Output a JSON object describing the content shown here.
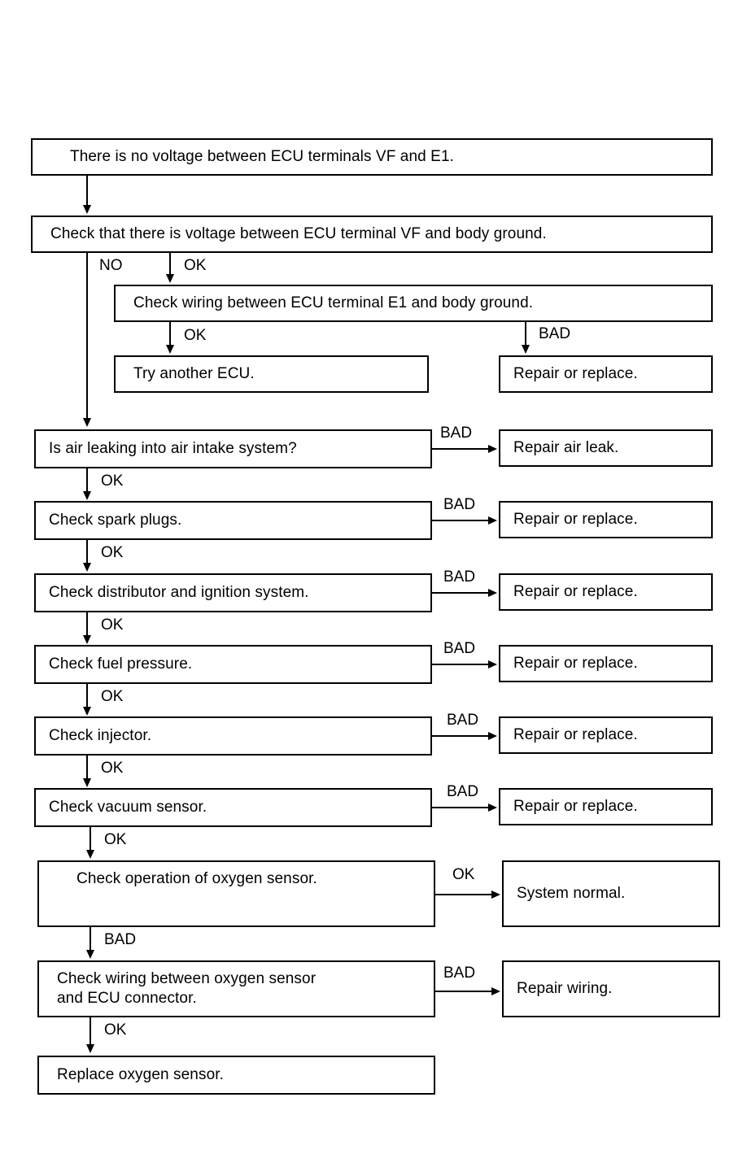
{
  "diagram": {
    "title": "ECU VF / E1 voltage troubleshooting flowchart",
    "type": "flowchart",
    "ink_color": "#000000",
    "background_color": "#ffffff",
    "nodes": [
      {
        "id": "n1",
        "text": "There is no voltage between ECU terminals VF and E1."
      },
      {
        "id": "n2",
        "text": "Check that there is voltage between ECU terminal VF and body ground."
      },
      {
        "id": "n3",
        "text": "Check wiring between ECU terminal E1 and body ground."
      },
      {
        "id": "n4",
        "text": "Try another ECU."
      },
      {
        "id": "n5",
        "text": "Repair or replace."
      },
      {
        "id": "n6",
        "text": "Is air leaking into air intake system?"
      },
      {
        "id": "n7",
        "text": "Repair air leak."
      },
      {
        "id": "n8",
        "text": "Check spark plugs."
      },
      {
        "id": "n9",
        "text": "Repair or replace."
      },
      {
        "id": "n10",
        "text": "Check distributor and ignition system."
      },
      {
        "id": "n11",
        "text": "Repair or replace."
      },
      {
        "id": "n12",
        "text": "Check fuel pressure."
      },
      {
        "id": "n13",
        "text": "Repair or replace."
      },
      {
        "id": "n14",
        "text": "Check injector."
      },
      {
        "id": "n15",
        "text": "Repair or replace."
      },
      {
        "id": "n16",
        "text": "Check vacuum sensor."
      },
      {
        "id": "n17",
        "text": "Repair or replace."
      },
      {
        "id": "n18",
        "text": "Check operation of oxygen sensor."
      },
      {
        "id": "n19",
        "text": "System normal."
      },
      {
        "id": "n20",
        "text": "Check wiring between oxygen sensor\nand ECU connector."
      },
      {
        "id": "n21",
        "text": "Repair wiring."
      },
      {
        "id": "n22",
        "text": "Replace oxygen sensor."
      }
    ],
    "edge_labels": [
      {
        "id": "e1",
        "text": "NO"
      },
      {
        "id": "e2",
        "text": "OK"
      },
      {
        "id": "e3",
        "text": "OK"
      },
      {
        "id": "e4",
        "text": "BAD"
      },
      {
        "id": "e5",
        "text": "BAD"
      },
      {
        "id": "e6",
        "text": "OK"
      },
      {
        "id": "e7",
        "text": "BAD"
      },
      {
        "id": "e8",
        "text": "OK"
      },
      {
        "id": "e9",
        "text": "BAD"
      },
      {
        "id": "e10",
        "text": "OK"
      },
      {
        "id": "e11",
        "text": "BAD"
      },
      {
        "id": "e12",
        "text": "OK"
      },
      {
        "id": "e13",
        "text": "BAD"
      },
      {
        "id": "e14",
        "text": "OK"
      },
      {
        "id": "e15",
        "text": "BAD"
      },
      {
        "id": "e16",
        "text": "OK"
      },
      {
        "id": "e17",
        "text": "OK"
      },
      {
        "id": "e18",
        "text": "BAD"
      },
      {
        "id": "e19",
        "text": "BAD"
      },
      {
        "id": "e20",
        "text": "OK"
      }
    ]
  }
}
